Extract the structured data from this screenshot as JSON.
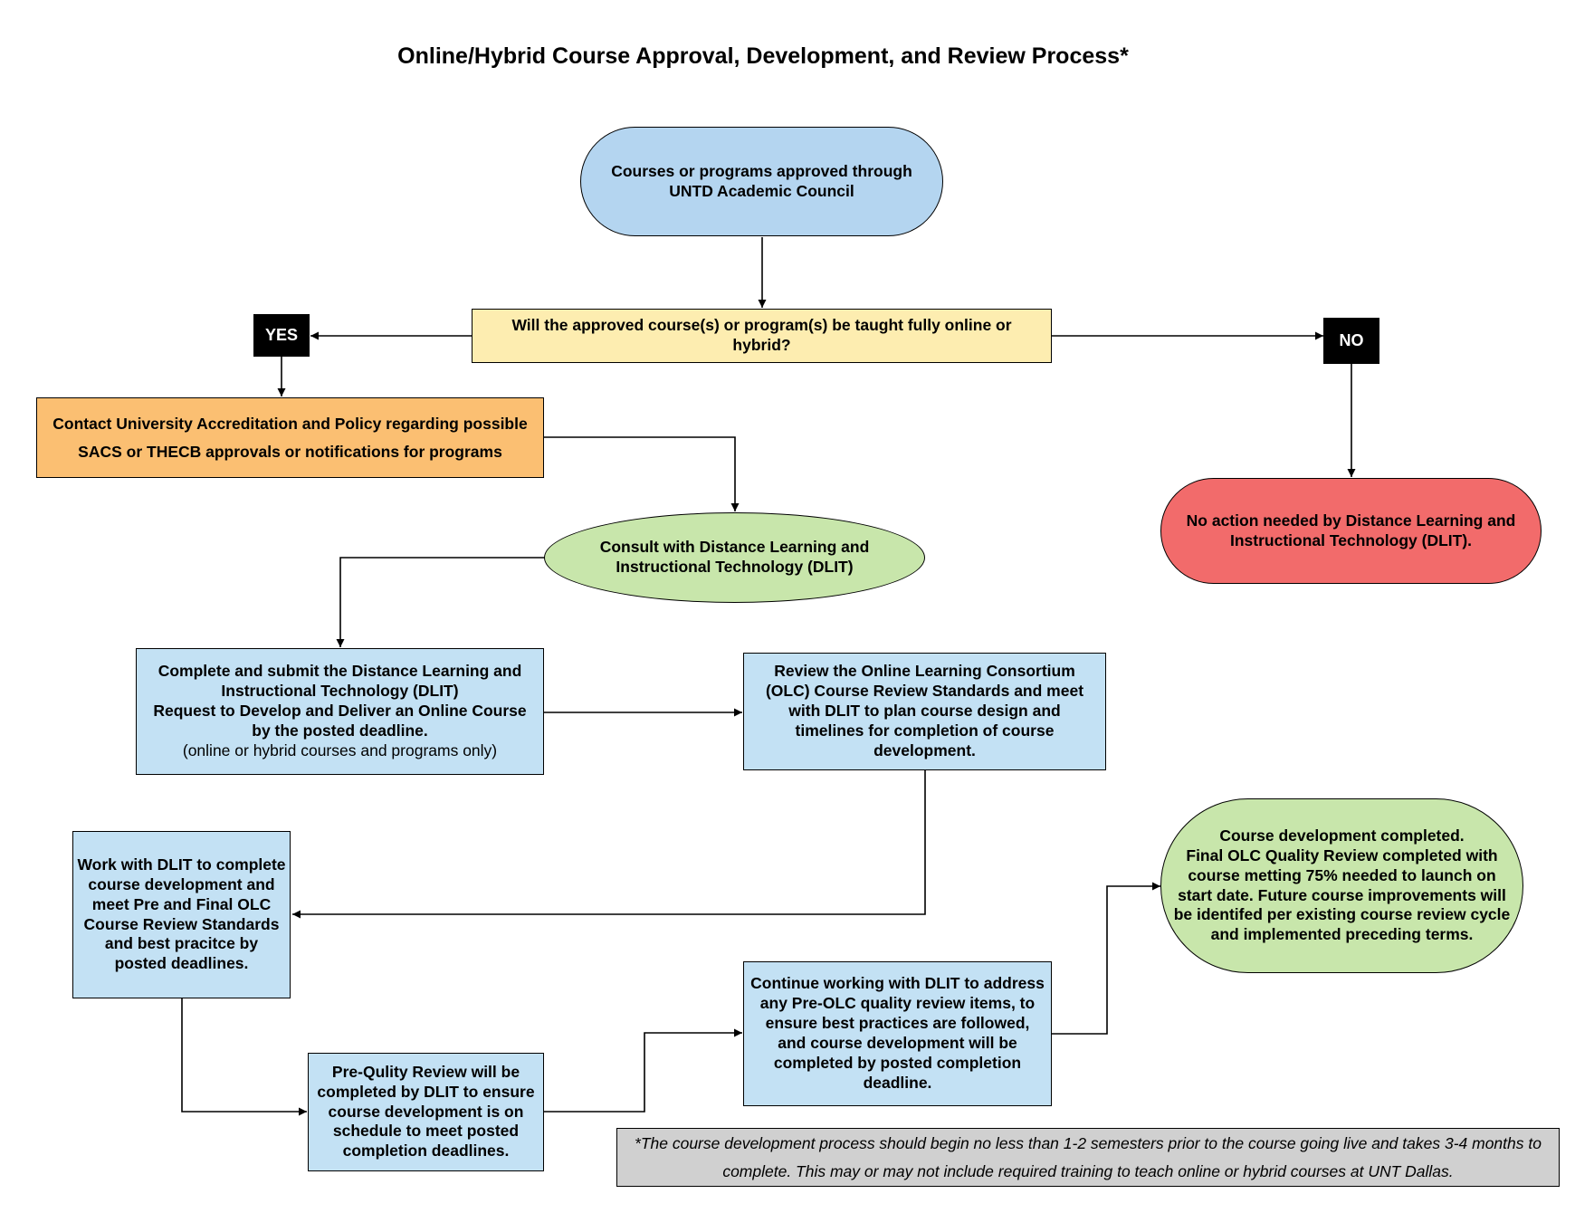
{
  "title": "Online/Hybrid Course Approval, Development, and Review Process*",
  "colors": {
    "start_blue": "#b4d5f0",
    "decision_yellow": "#fdedb0",
    "contact_orange": "#fbbf72",
    "consult_green": "#c8e6ab",
    "no_action_red": "#f26b6b",
    "step_blue": "#c3e1f4",
    "note_gray": "#d0d0d0",
    "tag_black": "#000000"
  },
  "nodes": {
    "start": "Courses or programs approved through UNTD Academic Council",
    "decision": "Will the approved course(s) or program(s) be taught fully online or hybrid?",
    "yes_label": "YES",
    "no_label": "NO",
    "contact": "Contact University Accreditation and Policy regarding possible SACS or THECB approvals or notifications for programs",
    "no_action": "No action needed by Distance Learning and Instructional Technology (DLIT).",
    "consult": "Consult with Distance Learning and Instructional Technology (DLIT)",
    "request_line1": "Complete and submit the Distance Learning and Instructional Technology (DLIT)",
    "request_line2": "Request to Develop and Deliver an Online Course by the posted deadline.",
    "request_line3": "(online or hybrid courses and programs only)",
    "review_olc": "Review the Online Learning Consortium (OLC) Course Review Standards and meet with DLIT to plan course design and timelines for completion of course development.",
    "work_with_dlit": "Work with DLIT to complete course development and meet Pre and Final OLC Course Review Standards and best pracitce by posted deadlines.",
    "pre_quality": "Pre-Qulity Review will be completed by DLIT to ensure course development is on schedule to meet posted completion deadlines.",
    "continue_working": "Continue working with DLIT to address any Pre-OLC quality review items, to ensure best practices are followed, and course development will be completed by posted completion deadline.",
    "completed_line1": "Course development completed.",
    "completed_line2": "Final OLC Quality Review completed with course metting 75% needed to launch on start date. Future course improvements will be identifed per existing course review cycle and implemented preceding terms."
  },
  "footnote": "*The course development process should begin no less than 1-2 semesters prior to the course going live and takes 3-4 months to complete. This may or may not include required training to teach online or hybrid courses at UNT Dallas."
}
